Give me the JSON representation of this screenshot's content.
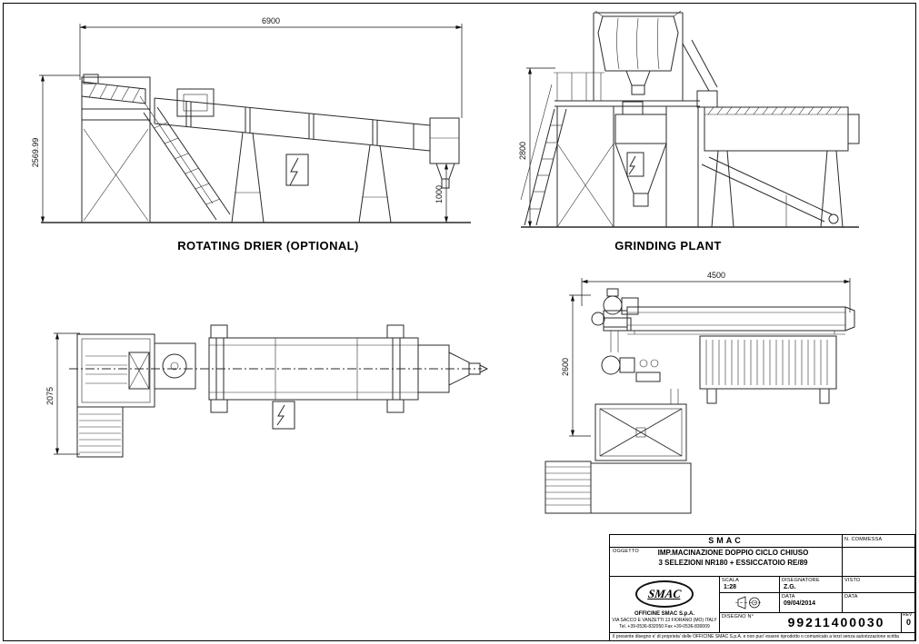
{
  "page": {
    "background": "#ffffff",
    "line_color": "#2a2a2a"
  },
  "views": {
    "rotating_drier_side": {
      "title": "ROTATING DRIER (OPTIONAL)",
      "dim_width": "6900",
      "dim_height": "2569.99",
      "dim_discharge_height": "1000"
    },
    "grinding_plant_side": {
      "title": "GRINDING PLANT",
      "dim_height": "2800"
    },
    "rotating_drier_plan": {
      "dim_depth": "2075"
    },
    "grinding_plant_plan": {
      "dim_width": "4500",
      "dim_depth": "2600"
    }
  },
  "title_block": {
    "company_header": "SMAC",
    "commessa_label": "N. COMMESSA",
    "oggetto_label": "OGGETTO",
    "oggetto_line1": "IMP.MACINAZIONE DOPPIO CICLO CHIUSO",
    "oggetto_line2": "3 SELEZIONI NR180 + ESSICCATOIO RE/89",
    "scala_label": "SCALA",
    "scala_value": "1:28",
    "disegnatore_label": "DISEGNATORE",
    "disegnatore_value": "Z.G.",
    "visto_label": "VISTO",
    "data_label": "DATA",
    "data_value": "09/04/2014",
    "data2_label": "DATA",
    "disegno_label": "DISEGNO  N°",
    "disegno_value": "99211400030",
    "rev_label": "REV",
    "rev_value": "0",
    "logo_text": "SMAC",
    "company_name": "OFFICINE SMAC S.p.A.",
    "company_address": "VIA SACCO E VANZETTI 13 FIORANO (MO) ITALY",
    "company_phone": "Tel. +39-0536-832050    Fax +39-0536-830009",
    "disclaimer": "Il presente disegno e' di proprieta' delle OFFICINE SMAC S.p.A. e non puo' essere riprodotto o comunicato a terzi senza autorizzazione scritta"
  }
}
